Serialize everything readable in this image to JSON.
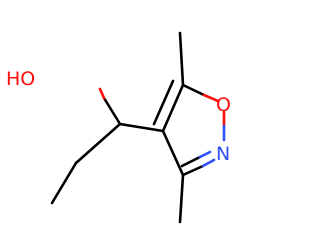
{
  "molecule": {
    "atoms": {
      "hydroxyl": {
        "label": "HO",
        "color": "#ff0d0d"
      },
      "ring_oxygen": {
        "label": "O",
        "color": "#ff0d0d"
      },
      "ring_nitrogen": {
        "label": "N",
        "color": "#3050f8"
      }
    },
    "bond_color": "#000000"
  }
}
